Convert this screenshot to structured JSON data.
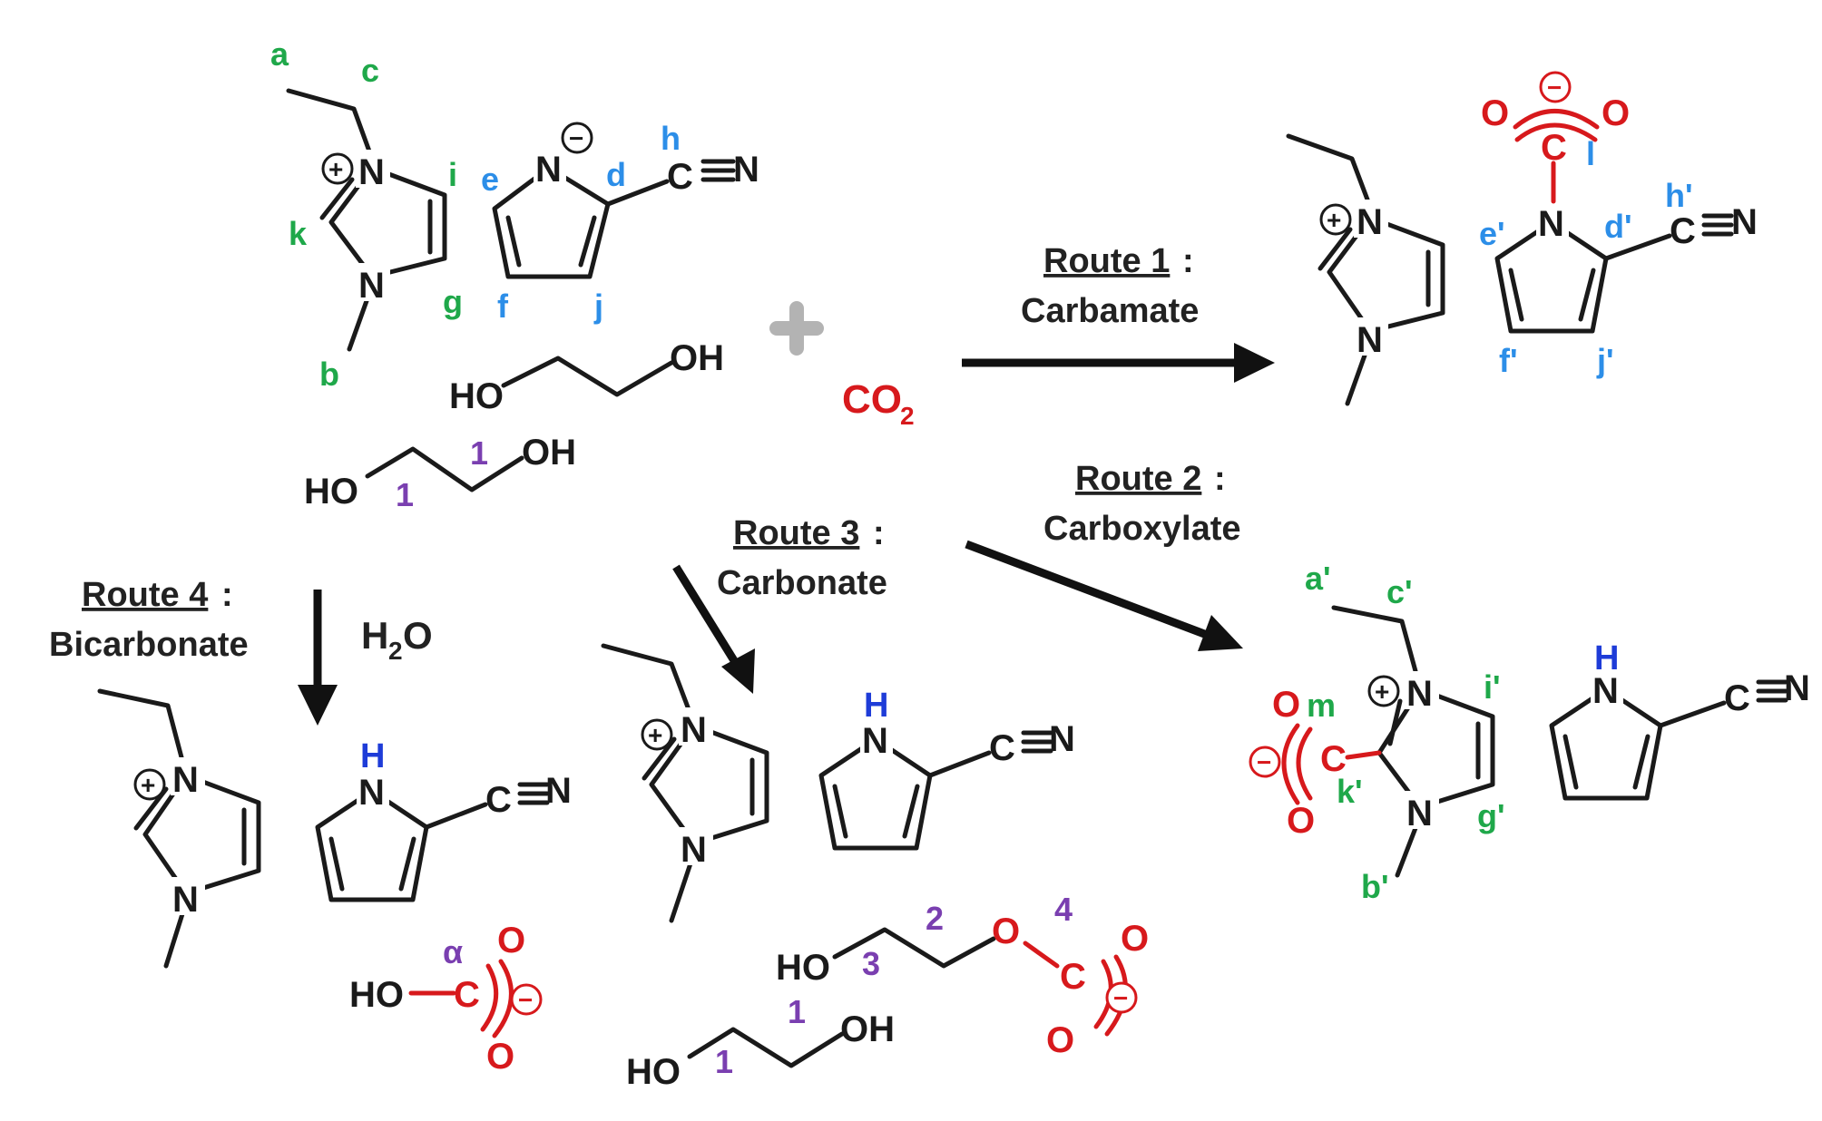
{
  "colors": {
    "bond": "#1a1a1a",
    "carboxyl": "#d7191c",
    "label_green": "#1fa84a",
    "label_blue": "#2c8ee8",
    "label_purple": "#7a3fb0",
    "proton_blue": "#1e3cd8"
  },
  "reactants": {
    "cation_labels": {
      "a": "a",
      "b": "b",
      "c": "c",
      "g": "g",
      "i": "i",
      "k": "k"
    },
    "anion_labels": {
      "d": "d",
      "e": "e",
      "f": "f",
      "h": "h",
      "j": "j"
    },
    "plus_sign": "+",
    "co2": "CO",
    "co2_sub": "2",
    "diol_1": {
      "ho": "HO",
      "oh": "OH"
    },
    "diol_2": {
      "ho": "HO",
      "oh": "OH",
      "n1": "1",
      "n2": "1"
    }
  },
  "atoms": {
    "N": "N",
    "C": "C",
    "O": "O",
    "H": "H",
    "HO": "HO",
    "OH": "OH",
    "plus": "+",
    "minus": "−"
  },
  "routes": {
    "route1": {
      "title": "Route 1",
      "colon": ":",
      "product": "Carbamate",
      "labels": {
        "d": "d'",
        "e": "e'",
        "f": "f'",
        "h": "h'",
        "j": "j'",
        "l": "l"
      }
    },
    "route2": {
      "title": "Route 2",
      "colon": ":",
      "product": "Carboxylate",
      "labels": {
        "a": "a'",
        "b": "b'",
        "c": "c'",
        "g": "g'",
        "i": "i'",
        "k": "k'",
        "m": "m"
      }
    },
    "route3": {
      "title": "Route 3",
      "colon": ":",
      "product": "Carbonate",
      "labels": {
        "n1": "1",
        "n2": "1",
        "n3": "3",
        "n4": "2",
        "n5": "4"
      }
    },
    "route4": {
      "title": "Route 4",
      "colon": ":",
      "product": "Bicarbonate",
      "reagent": "H",
      "reagent_sub": "2",
      "reagent_tail": "O",
      "labels": {
        "alpha": "α"
      }
    }
  }
}
